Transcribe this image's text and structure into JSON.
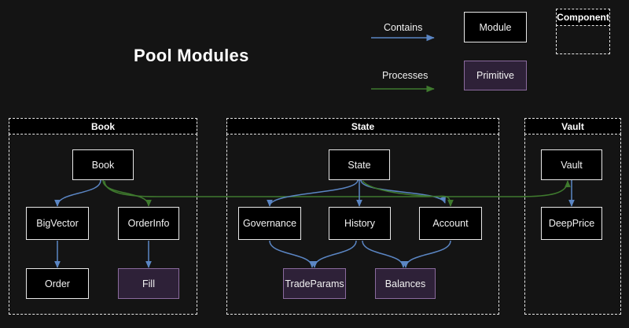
{
  "diagram": {
    "title": "Pool Modules",
    "background_color": "#141414",
    "colors": {
      "contains_edge": "#5b86c4",
      "processes_edge": "#3f7a2e",
      "module_fill": "#000000",
      "module_border": "#e8e8e8",
      "primitive_fill": "#2e2138",
      "primitive_border": "#8b6b9e",
      "component_border": "#e6e6e6"
    }
  },
  "legend": {
    "contains_label": "Contains",
    "processes_label": "Processes",
    "module_label": "Module",
    "primitive_label": "Primitive",
    "component_label": "Component"
  },
  "components": [
    {
      "name": "Book",
      "label": "Book"
    },
    {
      "name": "State",
      "label": "State"
    },
    {
      "name": "Vault",
      "label": "Vault"
    }
  ],
  "nodes": [
    {
      "id": "book",
      "label": "Book",
      "type": "module",
      "component": "Book"
    },
    {
      "id": "bigvector",
      "label": "BigVector",
      "type": "module",
      "component": "Book"
    },
    {
      "id": "orderinfo",
      "label": "OrderInfo",
      "type": "module",
      "component": "Book"
    },
    {
      "id": "order",
      "label": "Order",
      "type": "module",
      "component": "Book"
    },
    {
      "id": "fill",
      "label": "Fill",
      "type": "primitive",
      "component": "Book"
    },
    {
      "id": "state",
      "label": "State",
      "type": "module",
      "component": "State"
    },
    {
      "id": "governance",
      "label": "Governance",
      "type": "module",
      "component": "State"
    },
    {
      "id": "history",
      "label": "History",
      "type": "module",
      "component": "State"
    },
    {
      "id": "account",
      "label": "Account",
      "type": "module",
      "component": "State"
    },
    {
      "id": "tradeparams",
      "label": "TradeParams",
      "type": "primitive",
      "component": "State"
    },
    {
      "id": "balances",
      "label": "Balances",
      "type": "primitive",
      "component": "State"
    },
    {
      "id": "vault",
      "label": "Vault",
      "type": "module",
      "component": "Vault"
    },
    {
      "id": "deepprice",
      "label": "DeepPrice",
      "type": "module",
      "component": "Vault"
    }
  ],
  "edges": [
    {
      "from": "book",
      "to": "bigvector",
      "relation": "Contains"
    },
    {
      "from": "book",
      "to": "orderinfo",
      "relation": "Processes"
    },
    {
      "from": "bigvector",
      "to": "order",
      "relation": "Contains"
    },
    {
      "from": "orderinfo",
      "to": "fill",
      "relation": "Contains"
    },
    {
      "from": "state",
      "to": "governance",
      "relation": "Contains"
    },
    {
      "from": "state",
      "to": "history",
      "relation": "Contains"
    },
    {
      "from": "state",
      "to": "account",
      "relation": "Contains"
    },
    {
      "from": "book",
      "to": "account",
      "relation": "Processes"
    },
    {
      "from": "governance",
      "to": "tradeparams",
      "relation": "Contains"
    },
    {
      "from": "history",
      "to": "tradeparams",
      "relation": "Contains"
    },
    {
      "from": "history",
      "to": "balances",
      "relation": "Contains"
    },
    {
      "from": "account",
      "to": "balances",
      "relation": "Contains"
    },
    {
      "from": "state",
      "to": "vault",
      "relation": "Processes"
    },
    {
      "from": "vault",
      "to": "deepprice",
      "relation": "Contains"
    }
  ]
}
